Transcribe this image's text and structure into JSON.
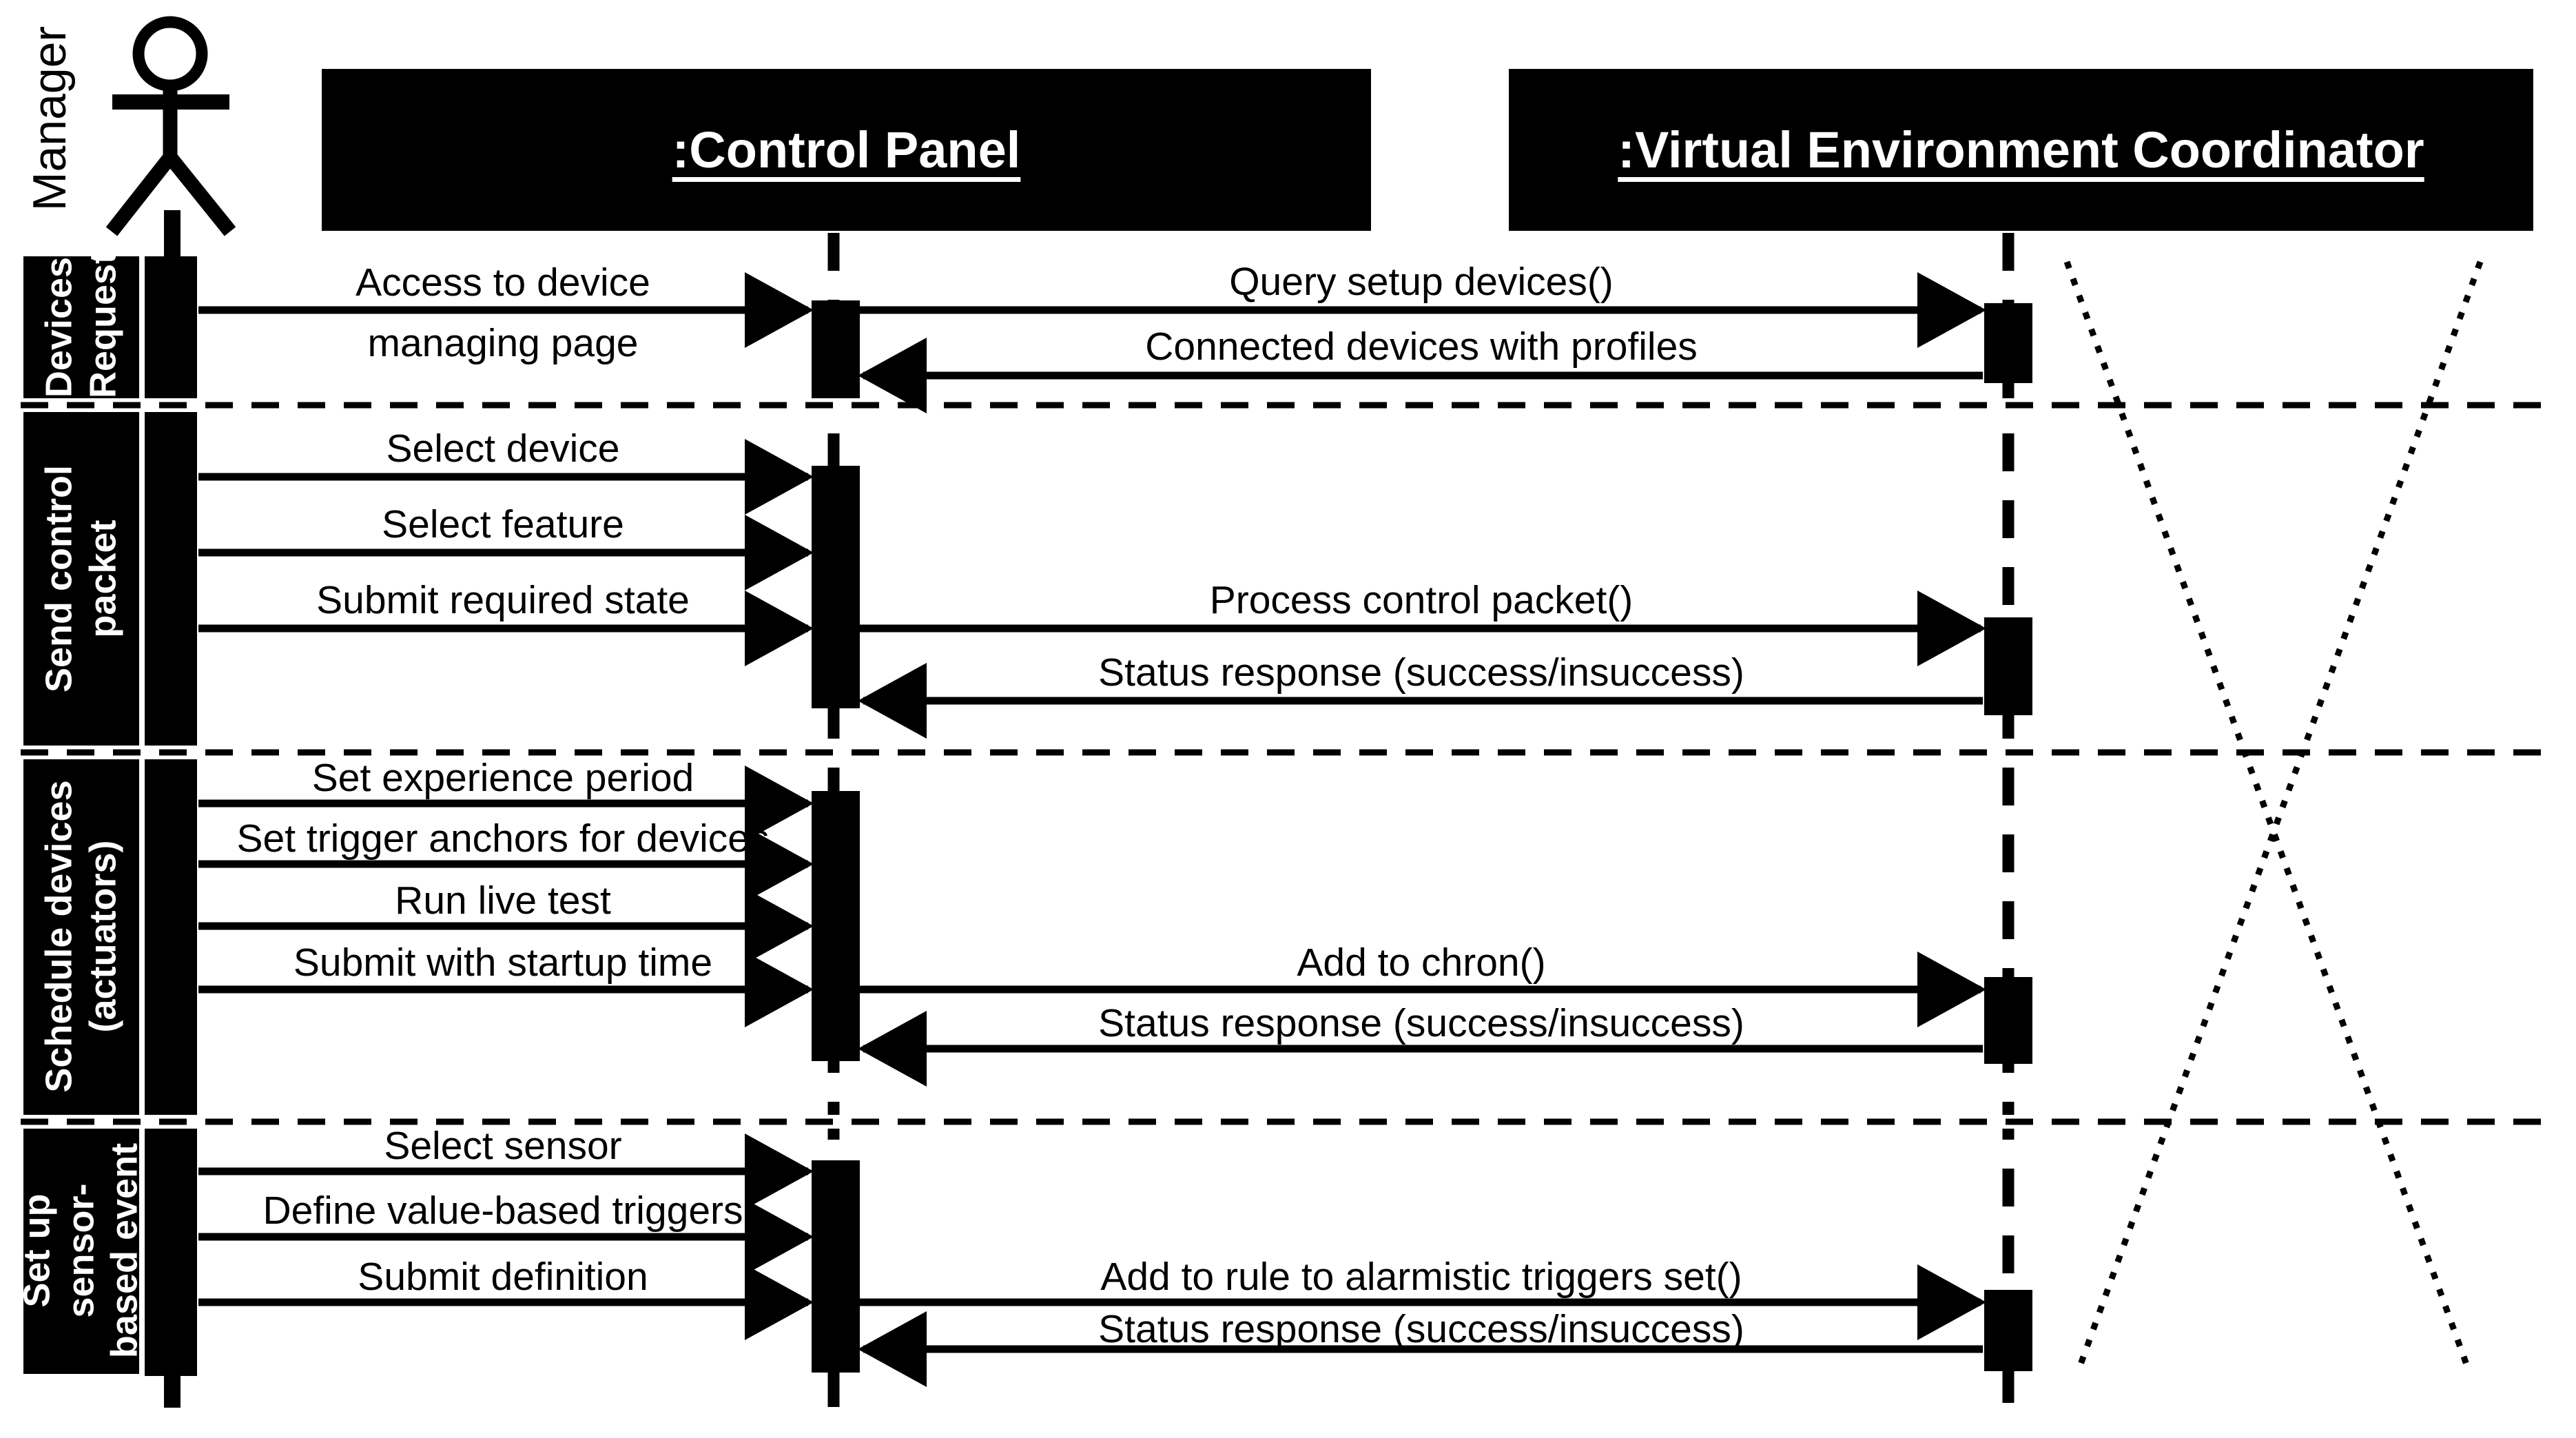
{
  "diagram": {
    "type": "uml-sequence-diagram",
    "colors": {
      "foreground": "#000000",
      "background": "#ffffff"
    },
    "actor": {
      "name": "Manager"
    },
    "lifelines": [
      {
        "name": ":Control Panel"
      },
      {
        "name": ":Virtual Environment Coordinator"
      }
    ],
    "sections": [
      {
        "label": "Devices\nRequest",
        "messages": [
          {
            "label": "Access to device\nmanaging page",
            "from": "Manager",
            "to": ":Control Panel",
            "kind": "call"
          },
          {
            "label": "Query setup devices()",
            "from": ":Control Panel",
            "to": ":Virtual Environment Coordinator",
            "kind": "call"
          },
          {
            "label": "Connected devices with profiles",
            "from": ":Virtual Environment Coordinator",
            "to": ":Control Panel",
            "kind": "return"
          }
        ]
      },
      {
        "label": "Send control\npacket",
        "messages": [
          {
            "label": "Select device",
            "from": "Manager",
            "to": ":Control Panel",
            "kind": "call"
          },
          {
            "label": "Select feature",
            "from": "Manager",
            "to": ":Control Panel",
            "kind": "call"
          },
          {
            "label": "Submit required state",
            "from": "Manager",
            "to": ":Control Panel",
            "kind": "call"
          },
          {
            "label": "Process control packet()",
            "from": ":Control Panel",
            "to": ":Virtual Environment Coordinator",
            "kind": "call"
          },
          {
            "label": "Status response (success/insuccess)",
            "from": ":Virtual Environment Coordinator",
            "to": ":Control Panel",
            "kind": "return"
          }
        ]
      },
      {
        "label": "Schedule devices\n(actuators)",
        "messages": [
          {
            "label": "Set experience period",
            "from": "Manager",
            "to": ":Control Panel",
            "kind": "call"
          },
          {
            "label": "Set trigger anchors for devices",
            "from": "Manager",
            "to": ":Control Panel",
            "kind": "call"
          },
          {
            "label": "Run live test",
            "from": "Manager",
            "to": ":Control Panel",
            "kind": "call"
          },
          {
            "label": "Submit with startup time",
            "from": "Manager",
            "to": ":Control Panel",
            "kind": "call"
          },
          {
            "label": "Add to chron()",
            "from": ":Control Panel",
            "to": ":Virtual Environment Coordinator",
            "kind": "call"
          },
          {
            "label": "Status response (success/insuccess)",
            "from": ":Virtual Environment Coordinator",
            "to": ":Control Panel",
            "kind": "return"
          }
        ]
      },
      {
        "label": "Set up sensor-\nbased event",
        "messages": [
          {
            "label": "Select sensor",
            "from": "Manager",
            "to": ":Control Panel",
            "kind": "call"
          },
          {
            "label": "Define value-based triggers",
            "from": "Manager",
            "to": ":Control Panel",
            "kind": "call"
          },
          {
            "label": "Submit definition",
            "from": "Manager",
            "to": ":Control Panel",
            "kind": "call"
          },
          {
            "label": "Add to rule to alarmistic triggers set()",
            "from": ":Control Panel",
            "to": ":Virtual Environment Coordinator",
            "kind": "call"
          },
          {
            "label": "Status response (success/insuccess)",
            "from": ":Virtual Environment Coordinator",
            "to": ":Control Panel",
            "kind": "return"
          }
        ]
      }
    ]
  }
}
